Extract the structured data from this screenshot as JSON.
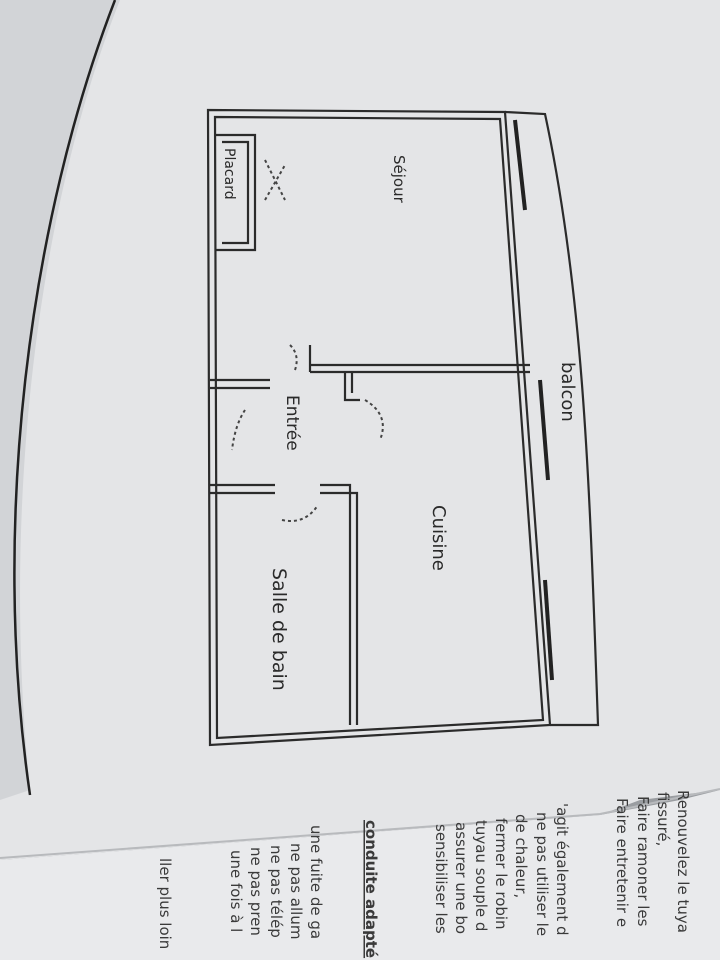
{
  "plan": {
    "rooms": {
      "sejour": "Séjour",
      "placard": "Placard",
      "balcon": "balcon",
      "entree": "Entrée",
      "cuisine": "Cuisine",
      "salle_de_bain": "Salle de bain"
    }
  },
  "page_text": {
    "block1": [
      "Renouvelez le tuya",
      "fissuré,",
      "Faire ramoner les",
      "Faire entretenir e"
    ],
    "block2": [
      "'agit également d",
      "ne pas utiliser le",
      "de chaleur,",
      "fermer le robin",
      "tuyau souple d",
      "assurer une bo",
      "sensibiliser les"
    ],
    "heading": "conduite adapté",
    "block3": [
      "une fuite de ga",
      "ne pas allum",
      "ne pas télép",
      "ne pas pren",
      "une fois à l"
    ],
    "footer": "ller plus loin"
  }
}
